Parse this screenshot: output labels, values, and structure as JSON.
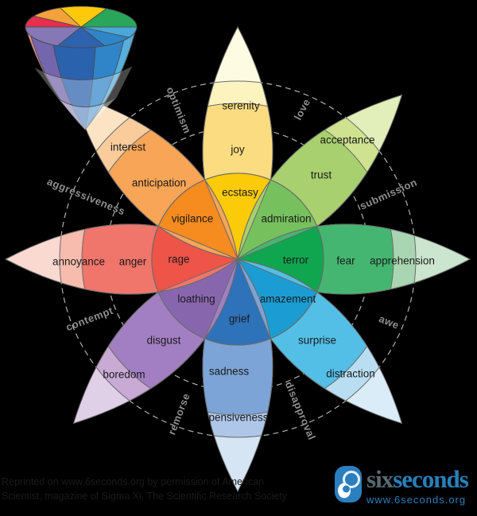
{
  "background_color": "#000000",
  "wheel": {
    "stroke_color": "#6b6b6b",
    "dashed_circle_color": "#b0b0b0",
    "petals": [
      {
        "direction": "north",
        "tip_color": "#FEFBE3",
        "emotions": [
          {
            "label": "ecstasy",
            "color": "#FBCB09"
          },
          {
            "label": "joy",
            "color": "#FBDC80"
          },
          {
            "label": "serenity",
            "color": "#FCF3BE"
          }
        ]
      },
      {
        "direction": "north-east",
        "tip_color": "#E2EFBA",
        "emotions": [
          {
            "label": "admiration",
            "color": "#77C05E"
          },
          {
            "label": "trust",
            "color": "#A8D06E"
          },
          {
            "label": "acceptance",
            "color": "#CFE290"
          }
        ]
      },
      {
        "direction": "east",
        "tip_color": "#CCE5CE",
        "emotions": [
          {
            "label": "terror",
            "color": "#0FA64F"
          },
          {
            "label": "fear",
            "color": "#45B671"
          },
          {
            "label": "apprehension",
            "color": "#AAD5B2"
          }
        ]
      },
      {
        "direction": "south-east",
        "tip_color": "#D9ECF8",
        "emotions": [
          {
            "label": "amazement",
            "color": "#1B9DD3"
          },
          {
            "label": "surprise",
            "color": "#53BFE6"
          },
          {
            "label": "distraction",
            "color": "#B9DEF2"
          }
        ]
      },
      {
        "direction": "south",
        "tip_color": "#D6E5F4",
        "emotions": [
          {
            "label": "grief",
            "color": "#2E72B9"
          },
          {
            "label": "sadness",
            "color": "#7CA4D6"
          },
          {
            "label": "pensiveness",
            "color": "#AEC7E8"
          }
        ]
      },
      {
        "direction": "south-west",
        "tip_color": "#DFD0E8",
        "emotions": [
          {
            "label": "loathing",
            "color": "#8866AE"
          },
          {
            "label": "disgust",
            "color": "#A27FC2"
          },
          {
            "label": "boredom",
            "color": "#C8AAD5"
          }
        ]
      },
      {
        "direction": "west",
        "tip_color": "#FAD9D0",
        "emotions": [
          {
            "label": "rage",
            "color": "#EE5448"
          },
          {
            "label": "anger",
            "color": "#F0756A"
          },
          {
            "label": "annoyance",
            "color": "#F7BCAD"
          }
        ]
      },
      {
        "direction": "north-west",
        "tip_color": "#FBE3C4",
        "emotions": [
          {
            "label": "vigilance",
            "color": "#F68B1F"
          },
          {
            "label": "anticipation",
            "color": "#F8A557"
          },
          {
            "label": "interest",
            "color": "#FACC9C"
          }
        ]
      }
    ],
    "dyads": [
      {
        "label": "optimism"
      },
      {
        "label": "love"
      },
      {
        "label": "submission"
      },
      {
        "label": "awe"
      },
      {
        "label": "disapproval"
      },
      {
        "label": "remorse"
      },
      {
        "label": "contempt"
      },
      {
        "label": "aggressiveness"
      }
    ]
  },
  "cone": {
    "top_back": [
      "#E62E4D",
      "#F5A23B",
      "#FFC90B",
      "#29A65A"
    ],
    "top_front": [
      "#8678B6",
      "#2E62AE",
      "#2F85C8",
      "#49A8D8"
    ],
    "body": [
      "#F29384",
      "#7466AC",
      "#2A62AE",
      "#2F85C8",
      "#55AEDC",
      "#2EA55E"
    ]
  },
  "footer": {
    "credit_line1": "Reprinted on www.6seconds.org by permission of American",
    "credit_line2": "Scientist, magazine of Sigma Xi, The Scientific Research Society",
    "logo_six": "six",
    "logo_seconds": "seconds",
    "logo_url": "www.6seconds.org",
    "logo_blue": "#2980B9",
    "logo_gray": "#5A6A73"
  }
}
